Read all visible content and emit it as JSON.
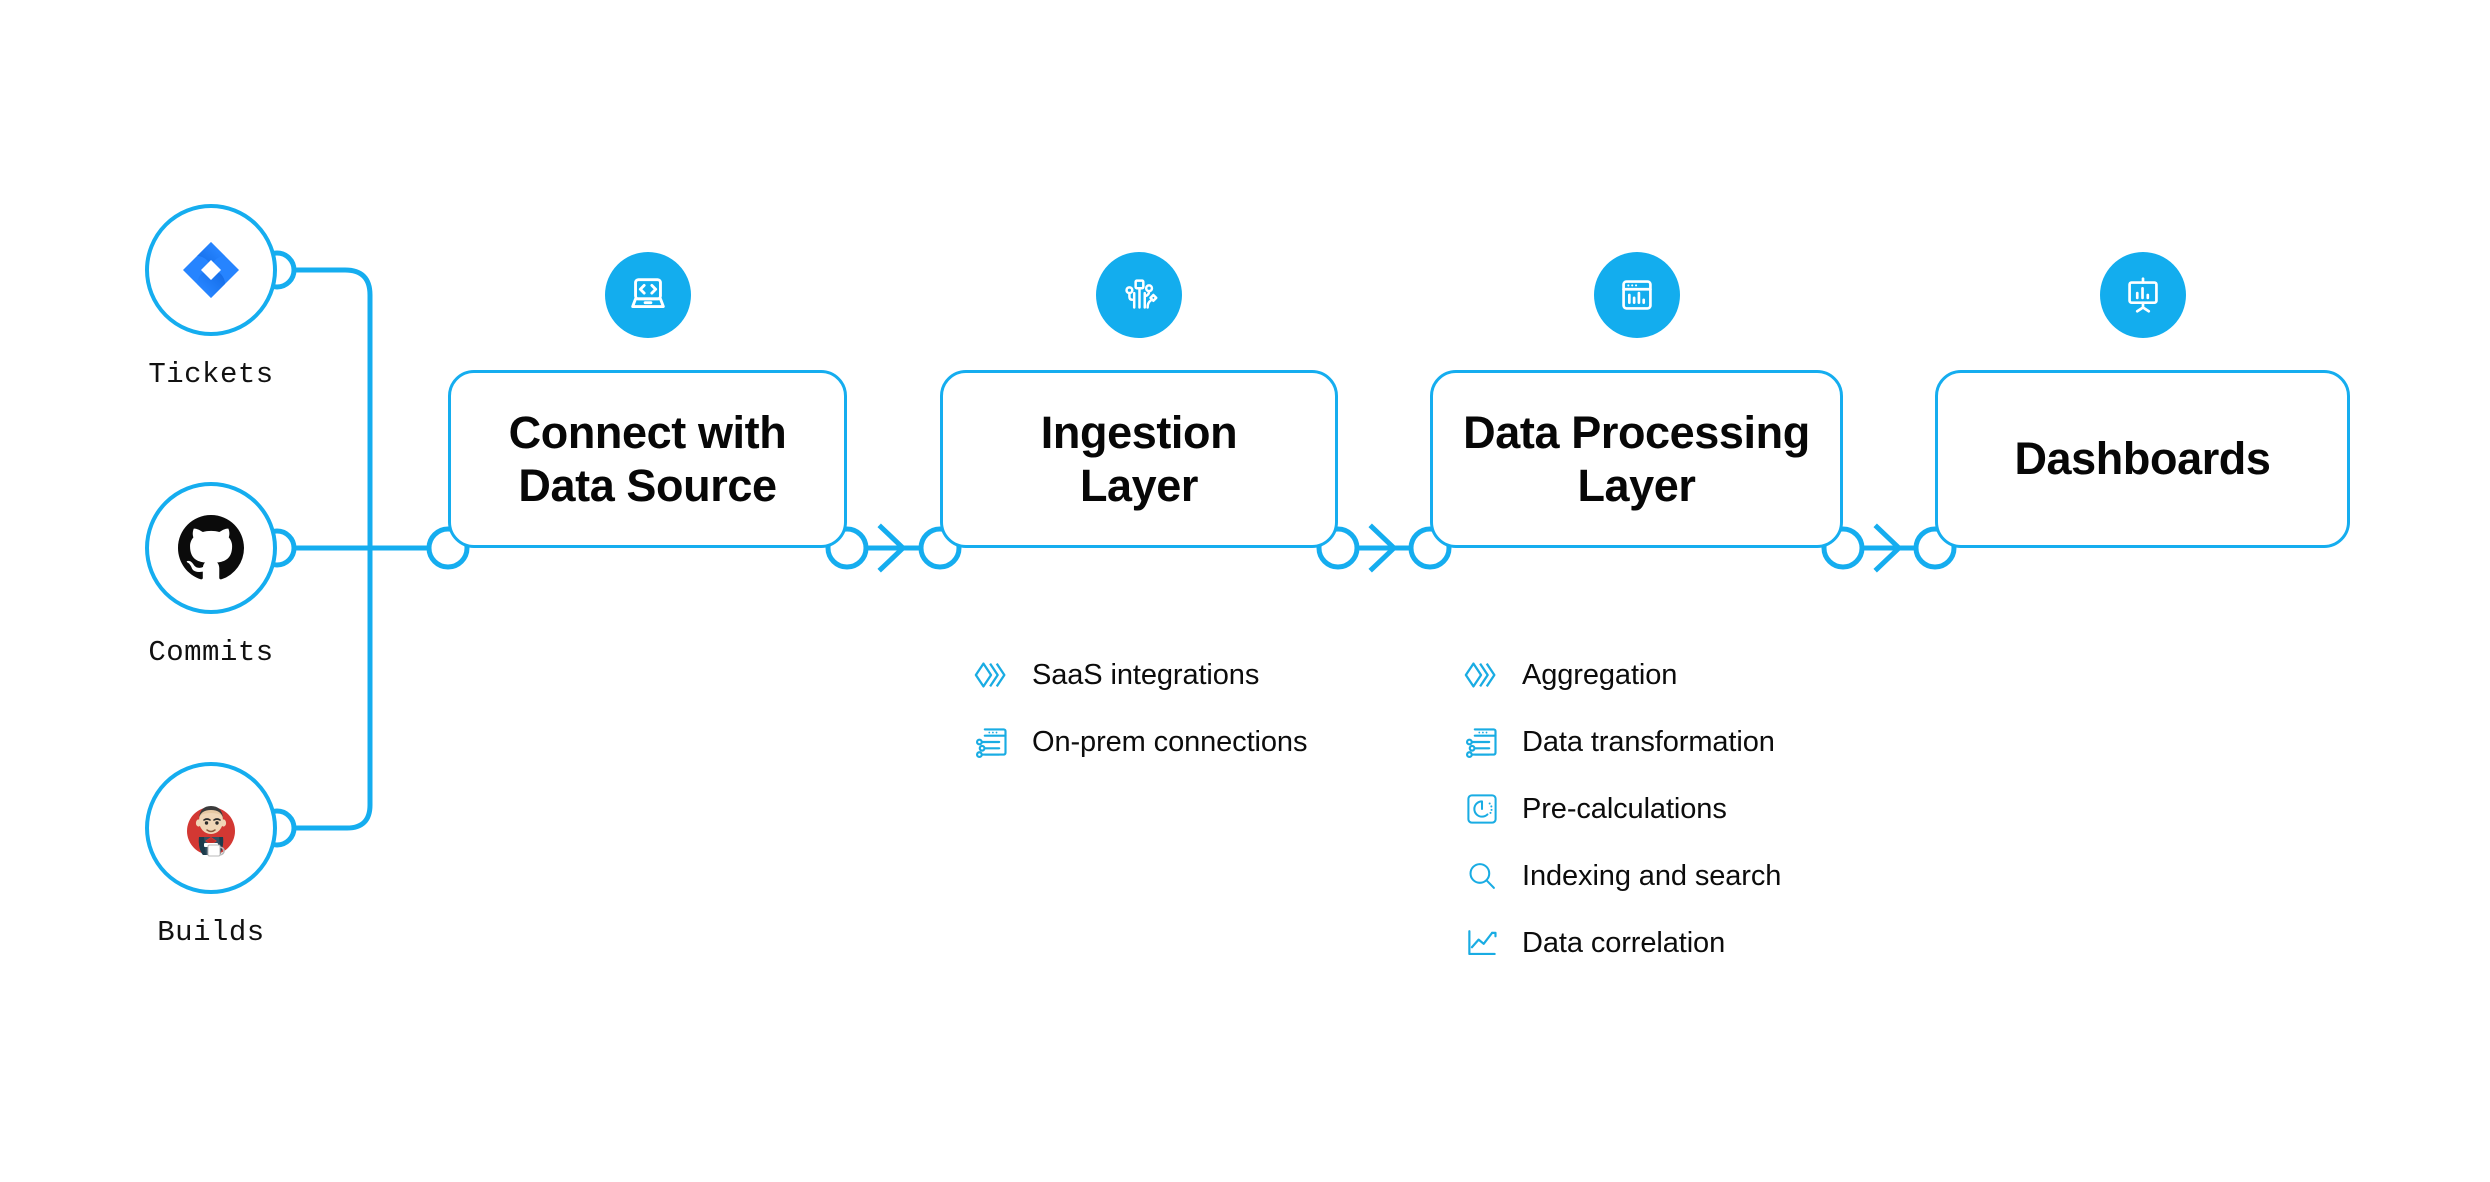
{
  "theme": {
    "accent": "#15ADEF",
    "icon_circle": "#13ADEE",
    "text": "#070707",
    "background": "#ffffff",
    "jira_blue": "#2684FF",
    "jenkins_red": "#D33833"
  },
  "sources": [
    {
      "label": "Tickets",
      "icon": "jira-icon"
    },
    {
      "label": "Commits",
      "icon": "github-icon"
    },
    {
      "label": "Builds",
      "icon": "jenkins-icon"
    }
  ],
  "stages": [
    {
      "title": "Connect with\nData Source",
      "line1": "Connect with",
      "line2": "Data Source",
      "icon": "laptop-code-icon"
    },
    {
      "title": "Ingestion\nLayer",
      "line1": "Ingestion",
      "line2": "Layer",
      "icon": "circuit-nodes-icon"
    },
    {
      "title": "Data Processing\nLayer",
      "line1": "Data Processing",
      "line2": "Layer",
      "icon": "window-chart-icon"
    },
    {
      "title": "Dashboards",
      "line1": "Dashboards",
      "line2": "",
      "icon": "presentation-chart-icon"
    }
  ],
  "ingestion_features": [
    {
      "label": "SaaS integrations",
      "icon": "layers-diamond-icon"
    },
    {
      "label": "On-prem connections",
      "icon": "window-sliders-icon"
    }
  ],
  "processing_features": [
    {
      "label": "Aggregation",
      "icon": "layers-diamond-icon"
    },
    {
      "label": "Data transformation",
      "icon": "window-sliders-icon"
    },
    {
      "label": "Pre-calculations",
      "icon": "gauge-square-icon"
    },
    {
      "label": "Indexing and search",
      "icon": "magnifier-icon"
    },
    {
      "label": "Data correlation",
      "icon": "line-chart-icon"
    }
  ]
}
